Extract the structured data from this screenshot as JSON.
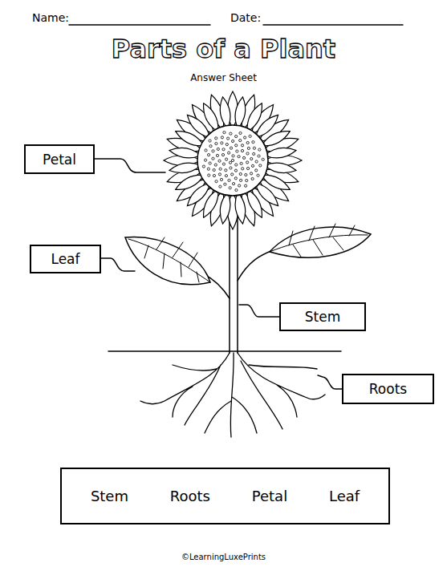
{
  "diagram": {
    "title": "Parts of a Plant",
    "nodes": [
      {
        "text": [
          "Petal"
        ]
      },
      {
        "text": [
          "Leaf"
        ]
      },
      {
        "text": [
          "Stem"
        ]
      },
      {
        "text": [
          "Roots"
        ]
      },
      {
        "text": [
          "Stem",
          "Roots",
          "Petal",
          "Leaf"
        ]
      }
    ],
    "labels": [
      "Name:",
      "Date:",
      "Answer Sheet",
      "©LearningLuxePrints"
    ]
  }
}
